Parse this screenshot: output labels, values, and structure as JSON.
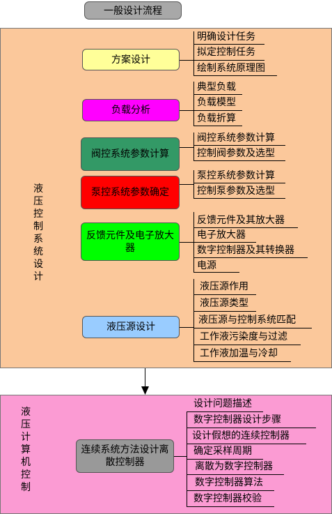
{
  "title": "一般设计流程",
  "panel1": {
    "label_chars": [
      "液",
      "压",
      "控",
      "制",
      "系",
      "统",
      "设",
      "计"
    ],
    "groups": [
      {
        "box": "方案设计",
        "items": [
          "明确设计任务",
          "拟定控制任务",
          "绘制系统原理图"
        ]
      },
      {
        "box": "负载分析",
        "items": [
          "典型负载",
          "负载模型",
          "负载折算"
        ]
      },
      {
        "box": "阀控系统参数计算",
        "items": [
          "阀控系统参数计算",
          "控制阀参数及选型"
        ]
      },
      {
        "box": "泵控系统参数确定",
        "items": [
          "泵控系统参数计算",
          "控制泵参数及选型"
        ]
      },
      {
        "box": "反馈元件及电子放大器",
        "items": [
          "反馈元件及其放大器",
          "电子放大器",
          "数字控制器及其转换器",
          "电源"
        ]
      },
      {
        "box": "液压源设计",
        "items": [
          "液压源作用",
          "液压源类型",
          "液压源与控制系统匹配",
          "工作液污染度与过滤",
          "工作液加温与冷却"
        ]
      }
    ]
  },
  "panel2": {
    "label_chars": [
      "液",
      "压",
      "计",
      "算",
      "机",
      "控",
      "制"
    ],
    "box": "连续系统方法设计离散控制器",
    "items": [
      "设计问题描述",
      "数字控制器设计步骤",
      "设计假想的连续控制器",
      "确定采样周期",
      "离散为数字控制器",
      "数字控制器算法",
      "数字控制器校验"
    ]
  }
}
